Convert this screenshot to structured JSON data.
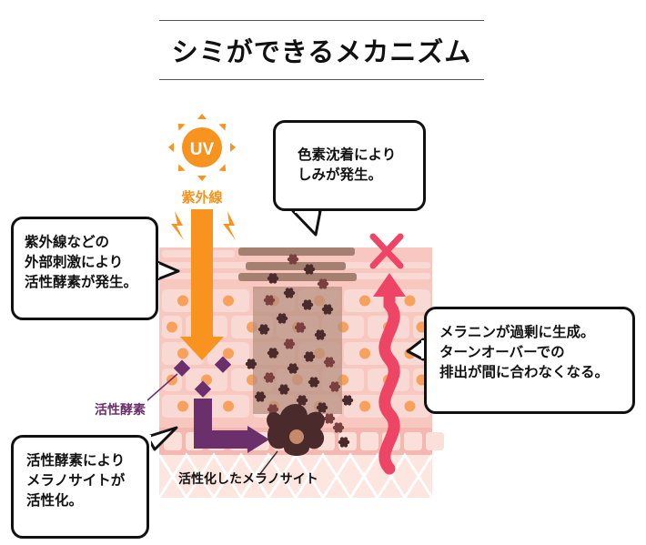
{
  "title": "シミができるメカニズム",
  "uv_icon_text": "UV",
  "uv_label": "紫外線",
  "bubbles": {
    "uv_effect": [
      "紫外線などの",
      "外部刺激により",
      "活性酵素が発生。"
    ],
    "pigmentation": [
      "色素沈着により",
      "しみが発生。"
    ],
    "melanin": [
      "メラニンが過剰に生成。",
      "ターンオーバーでの",
      "排出が間に合わなくなる。"
    ],
    "activation": [
      "活性酵素により",
      "メラノサイトが",
      "活性化。"
    ]
  },
  "enzyme_label": "活性酵素",
  "melanocyte_label": "活性化したメラノサイト",
  "colors": {
    "uv_orange": "#f7931e",
    "enzyme_purple": "#6b2f6b",
    "wave_pink": "#ee4466",
    "skin_pink": "#f7c7c0",
    "cell_pink": "#f9d9d3",
    "nucleus_orange": "#f7a15d",
    "melanin_dark": "#4a2a2a",
    "stain_brown": "#b89080"
  },
  "icons": [
    "sun-icon",
    "lightning-icon",
    "cross-icon",
    "melanocyte-icon",
    "melanin-granule-icon"
  ]
}
